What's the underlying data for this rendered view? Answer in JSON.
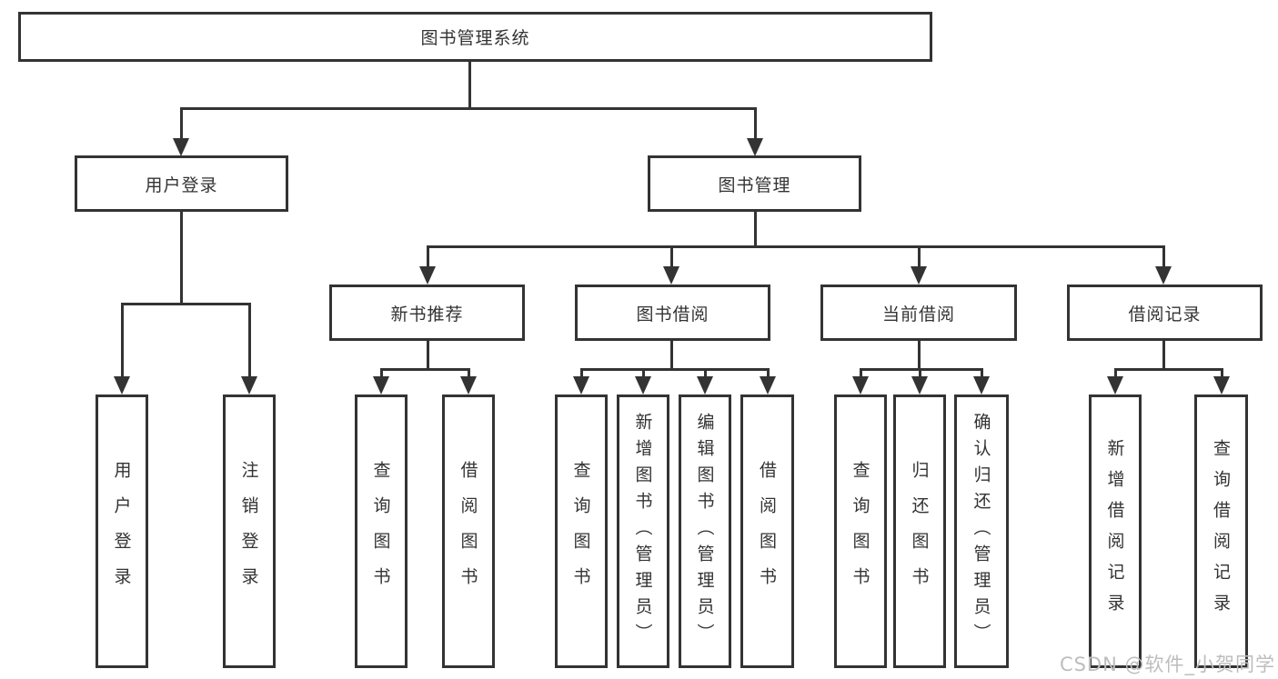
{
  "tree": {
    "root": {
      "label": "图书管理系统"
    },
    "branches": [
      {
        "label": "用户登录",
        "children": [
          {
            "label": "用户登录"
          },
          {
            "label": "注销登录"
          }
        ]
      },
      {
        "label": "图书管理",
        "children": [
          {
            "label": "新书推荐",
            "children": [
              {
                "label": "查询图书"
              },
              {
                "label": "借阅图书"
              }
            ]
          },
          {
            "label": "图书借阅",
            "children": [
              {
                "label": "查询图书"
              },
              {
                "label": "新增图书（管理员）"
              },
              {
                "label": "编辑图书（管理员）"
              },
              {
                "label": "借阅图书"
              }
            ]
          },
          {
            "label": "当前借阅",
            "children": [
              {
                "label": "查询图书"
              },
              {
                "label": "归还图书"
              },
              {
                "label": "确认归还（管理员）"
              }
            ]
          },
          {
            "label": "借阅记录",
            "children": [
              {
                "label": "新增借阅记录"
              },
              {
                "label": "查询借阅记录"
              }
            ]
          }
        ]
      }
    ]
  },
  "watermark": "CSDN @软件_小贺同学",
  "colors": {
    "line": "#333333",
    "border": "#333333",
    "text": "#333333",
    "watermark": "#bdbdbd",
    "background": "#ffffff"
  }
}
